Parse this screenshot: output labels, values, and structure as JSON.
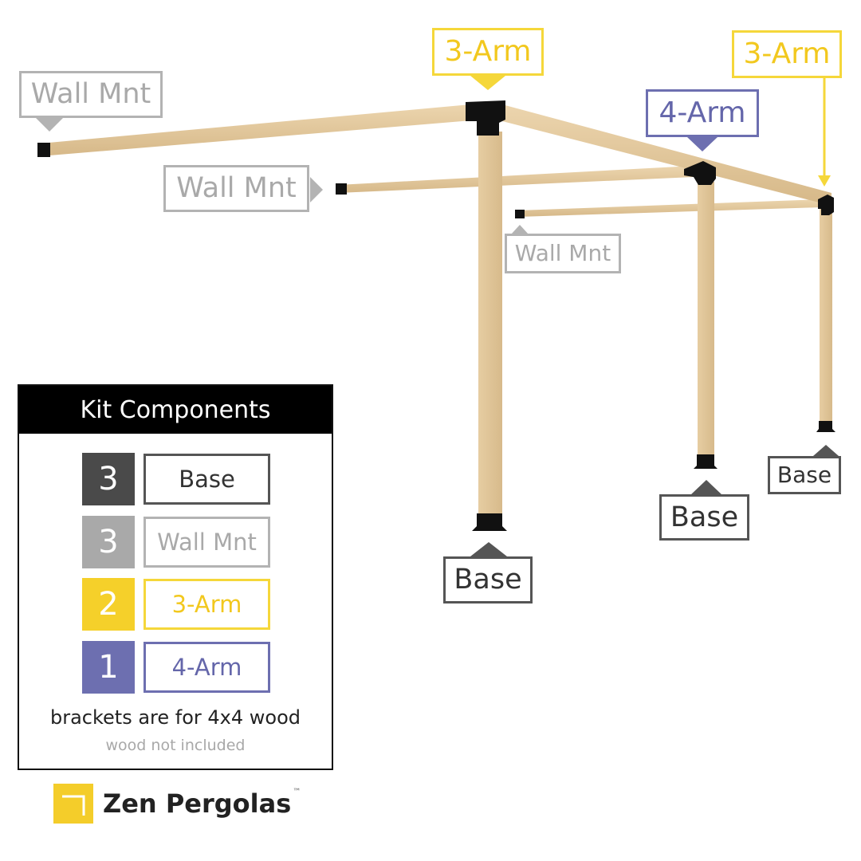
{
  "labels": {
    "three_arm_front": "3-Arm",
    "three_arm_back": "3-Arm",
    "four_arm": "4-Arm",
    "wall_mount_left": "Wall Mnt",
    "wall_mount_middle": "Wall Mnt",
    "wall_mount_right": "Wall Mnt",
    "base_front": "Base",
    "base_middle": "Base",
    "base_back": "Base"
  },
  "kit": {
    "title": "Kit Components",
    "items": [
      {
        "count": "3",
        "name": "Base",
        "color": "#4a4a4a"
      },
      {
        "count": "3",
        "name": "Wall Mnt",
        "color": "#a9a9a9"
      },
      {
        "count": "2",
        "name": "3-Arm",
        "color": "#f5d02a"
      },
      {
        "count": "1",
        "name": "4-Arm",
        "color": "#6d6fb0"
      }
    ],
    "note": "brackets are for 4x4 wood",
    "subnote": "wood not included"
  },
  "brand": {
    "name": "Zen Pergolas",
    "tm": "™"
  },
  "colors": {
    "wood": "#e8cfa5",
    "wood_shade": "#d9bb8c",
    "bracket": "#111111",
    "gray": "#b3b3b3",
    "yellow": "#f5d73a",
    "purple": "#6d6fb0",
    "dark": "#555555"
  }
}
